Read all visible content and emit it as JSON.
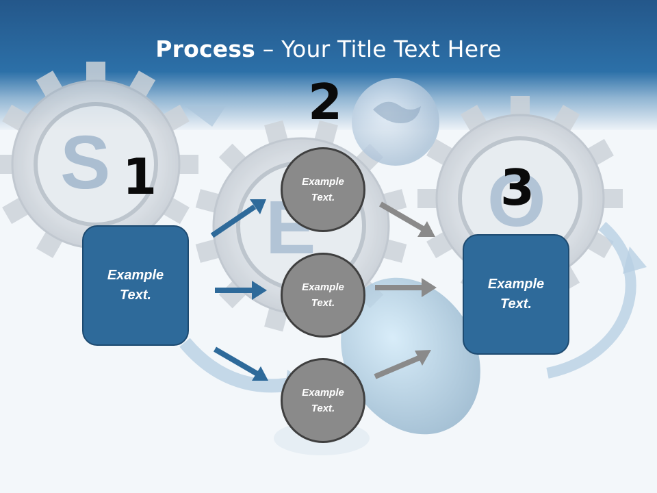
{
  "title": {
    "bold": "Process",
    "rest": " – Your Title Text Here"
  },
  "steps": [
    {
      "number": "1",
      "label": "Example Text."
    },
    {
      "number": "2"
    },
    {
      "number": "3",
      "label": "Example Text."
    }
  ],
  "circles": [
    {
      "label": "Example Text."
    },
    {
      "label": "Example Text."
    },
    {
      "label": "Example Text."
    }
  ],
  "background_letters": [
    "S",
    "E",
    "O"
  ],
  "colors": {
    "header": "#2c6ea4",
    "box_fill": "#2e6a9a",
    "circle_fill": "#8a8a8a",
    "arrow_blue": "#2e6a9a",
    "arrow_gray": "#8a8a8a"
  }
}
